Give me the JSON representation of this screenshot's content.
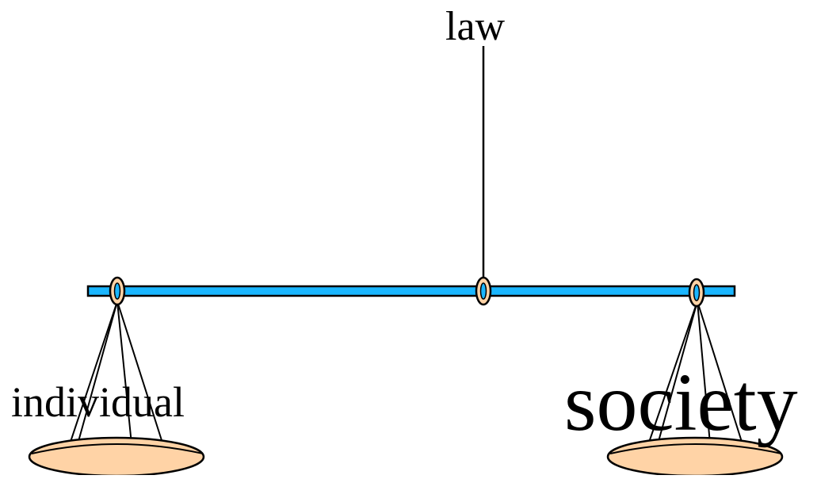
{
  "labels": {
    "top": "law",
    "left": "individual",
    "right": "society"
  },
  "colors": {
    "beam": "#1ab6ff",
    "ring": "#ffd3a6",
    "pan": "#ffd3a6",
    "stroke": "#000000",
    "text": "#000000"
  }
}
